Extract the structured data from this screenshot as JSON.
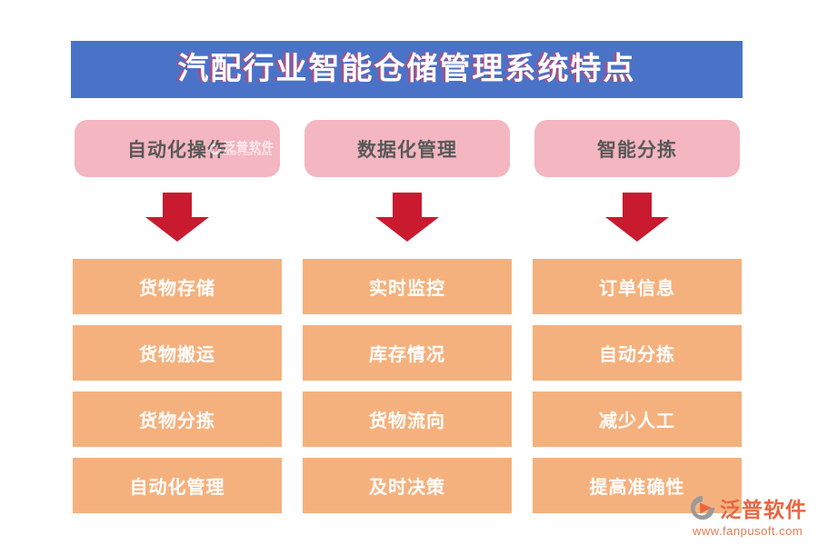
{
  "title": "汽配行业智能仓储管理系统特点",
  "columns": [
    {
      "header": "自动化操作",
      "items": [
        "货物存储",
        "货物搬运",
        "货物分拣",
        "自动化管理"
      ]
    },
    {
      "header": "数据化管理",
      "items": [
        "实时监控",
        "库存情况",
        "货物流向",
        "及时决策"
      ]
    },
    {
      "header": "智能分拣",
      "items": [
        "订单信息",
        "自动分拣",
        "减少人工",
        "提高准确性"
      ]
    }
  ],
  "watermark": {
    "name": "泛普软件",
    "sub": "FANPU SOFTWARE"
  },
  "logo": {
    "name": "泛普软件",
    "url": "www.fanpusoft.com"
  },
  "colors": {
    "title_bg": "#4a73c8",
    "title_text": "#ffffff",
    "header_bg": "#f4b6c0",
    "header_text": "#595959",
    "arrow": "#c91a30",
    "item_bg": "#f5b17d",
    "item_text": "#ffffff",
    "logo_accent": "#e8663f"
  }
}
